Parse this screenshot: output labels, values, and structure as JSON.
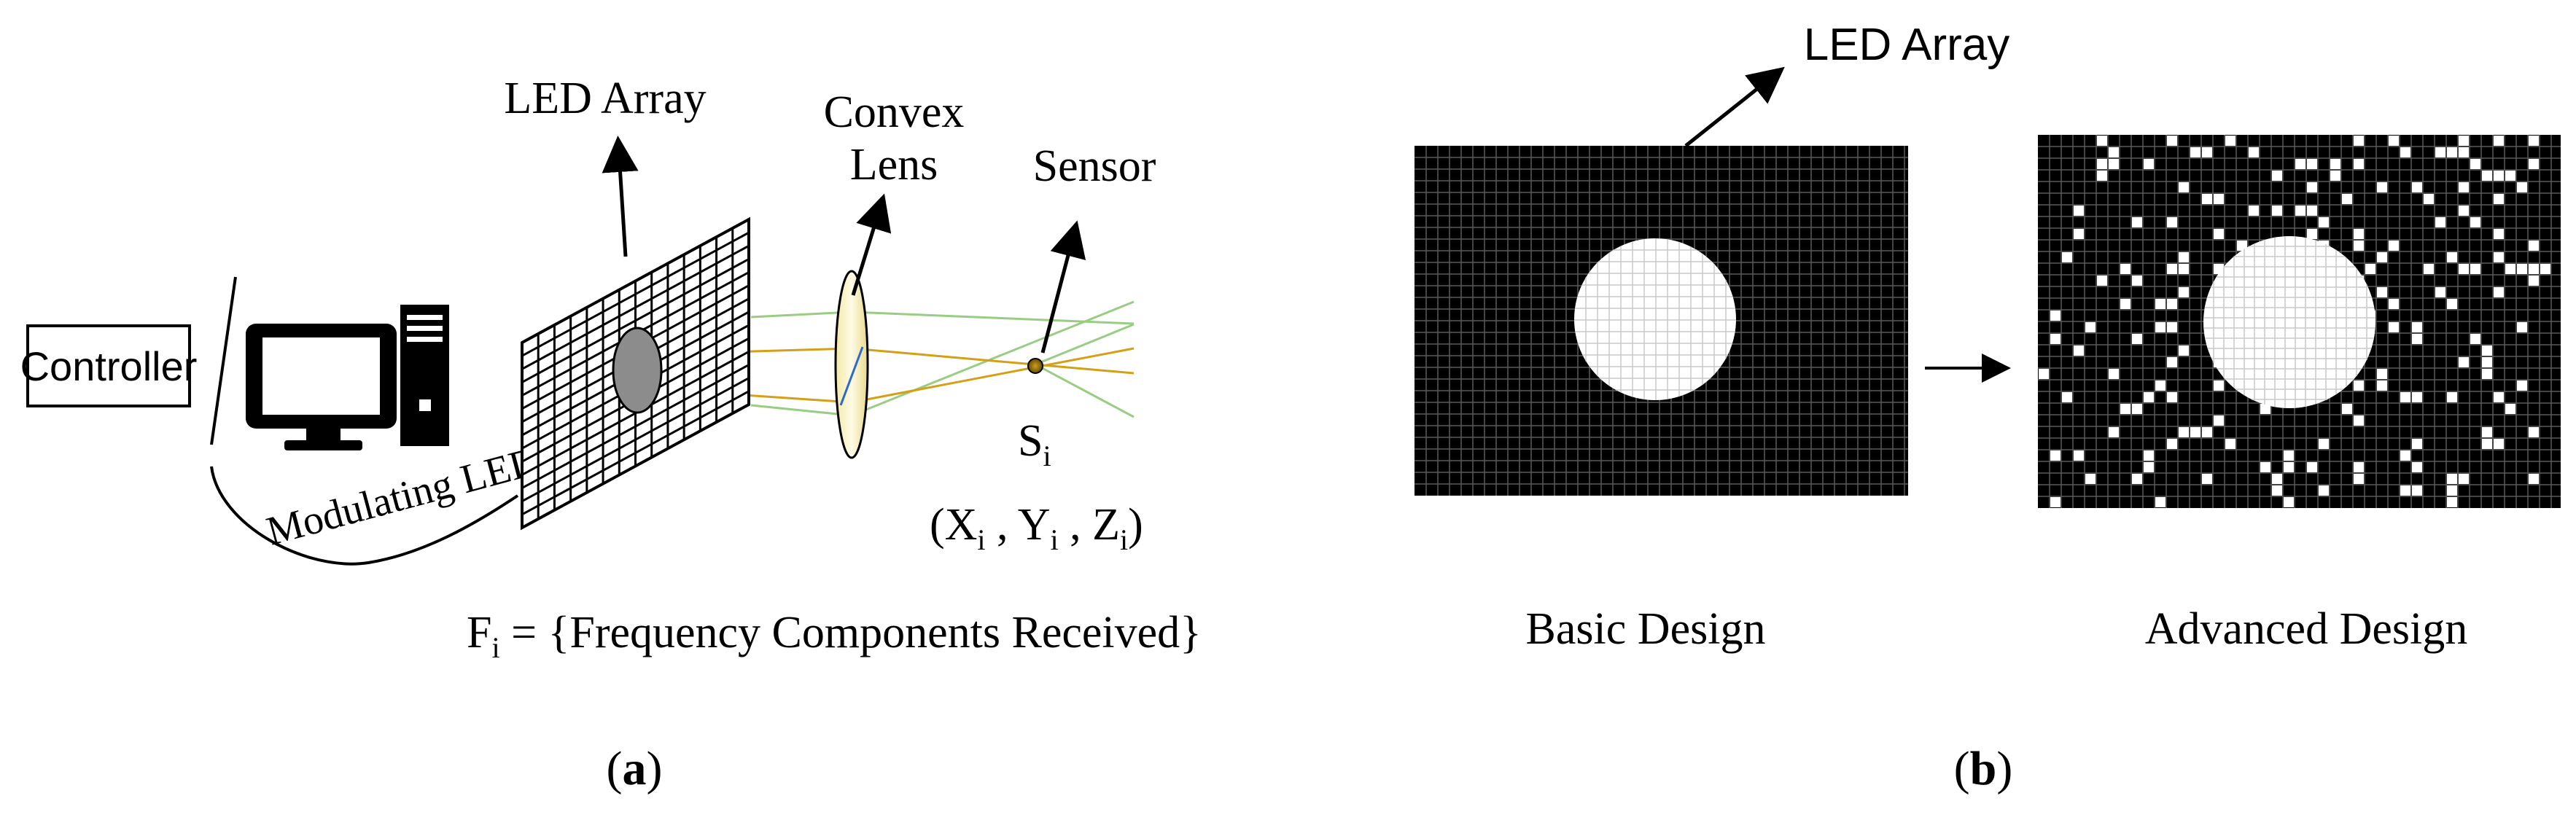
{
  "panel_a": {
    "letter": "a",
    "controller_label": "Controller",
    "led_array_label": "LED Array",
    "lens_label_line1": "Convex",
    "lens_label_line2": "Lens",
    "sensor_label": "Sensor",
    "modulating_label": "Modulating LEDs",
    "sensor_symbol": "S",
    "sensor_subscript": "i",
    "coord_open": "(X",
    "coord_sub1": "i",
    "coord_mid1": " , Y",
    "coord_sub2": "i",
    "coord_mid2": " , Z",
    "coord_sub3": "i",
    "coord_close": ")",
    "formula_symbol": "F",
    "formula_subscript": "i",
    "formula_rest": " = {Frequency Components Received}"
  },
  "panel_b": {
    "letter": "b",
    "led_array_label": "LED Array",
    "basic_label": "Basic Design",
    "advanced_label": "Advanced Design"
  },
  "colors": {
    "ray_orange": "#d4a017",
    "ray_green": "#9acd84",
    "lens_fill": "#f6f0c0",
    "spot_gray": "#8c8c8c",
    "panel_black": "#000000"
  }
}
